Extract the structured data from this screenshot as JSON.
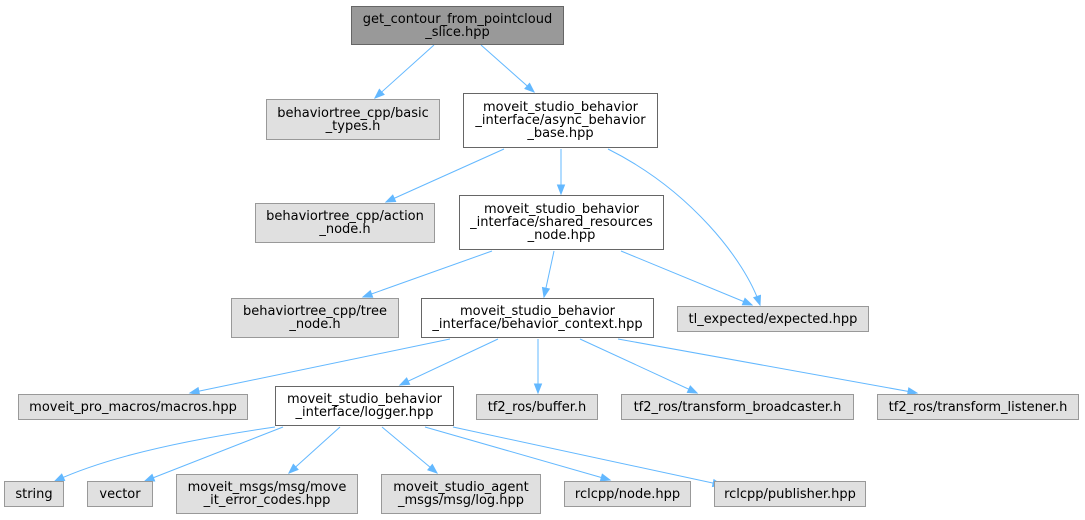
{
  "nodes": {
    "root": "get_contour_from_pointcloud\n_slice.hpp",
    "basic_types": "behaviortree_cpp/basic\n_types.h",
    "async_behavior_base": "moveit_studio_behavior\n_interface/async_behavior\n_base.hpp",
    "action_node": "behaviortree_cpp/action\n_node.h",
    "shared_resources_node": "moveit_studio_behavior\n_interface/shared_resources\n_node.hpp",
    "tree_node": "behaviortree_cpp/tree\n_node.h",
    "behavior_context": "moveit_studio_behavior\n_interface/behavior_context.hpp",
    "expected": "tl_expected/expected.hpp",
    "macros": "moveit_pro_macros/macros.hpp",
    "logger": "moveit_studio_behavior\n_interface/logger.hpp",
    "buffer": "tf2_ros/buffer.h",
    "transform_broadcaster": "tf2_ros/transform_broadcaster.h",
    "transform_listener": "tf2_ros/transform_listener.h",
    "string": "string",
    "vector": "vector",
    "move_it_error_codes": "moveit_msgs/msg/move\n_it_error_codes.hpp",
    "log": "moveit_studio_agent\n_msgs/msg/log.hpp",
    "node": "rclcpp/node.hpp",
    "publisher": "rclcpp/publisher.hpp"
  },
  "colors": {
    "edge": "#63b8ff",
    "root_fill": "#999999",
    "leaf_fill": "#e0e0e0",
    "internal_fill": "#ffffff"
  },
  "edges": [
    [
      "root",
      "basic_types"
    ],
    [
      "root",
      "async_behavior_base"
    ],
    [
      "async_behavior_base",
      "action_node"
    ],
    [
      "async_behavior_base",
      "shared_resources_node"
    ],
    [
      "async_behavior_base",
      "expected"
    ],
    [
      "shared_resources_node",
      "tree_node"
    ],
    [
      "shared_resources_node",
      "behavior_context"
    ],
    [
      "shared_resources_node",
      "expected"
    ],
    [
      "behavior_context",
      "macros"
    ],
    [
      "behavior_context",
      "logger"
    ],
    [
      "behavior_context",
      "buffer"
    ],
    [
      "behavior_context",
      "transform_broadcaster"
    ],
    [
      "behavior_context",
      "transform_listener"
    ],
    [
      "logger",
      "string"
    ],
    [
      "logger",
      "vector"
    ],
    [
      "logger",
      "move_it_error_codes"
    ],
    [
      "logger",
      "log"
    ],
    [
      "logger",
      "node"
    ],
    [
      "logger",
      "publisher"
    ]
  ]
}
